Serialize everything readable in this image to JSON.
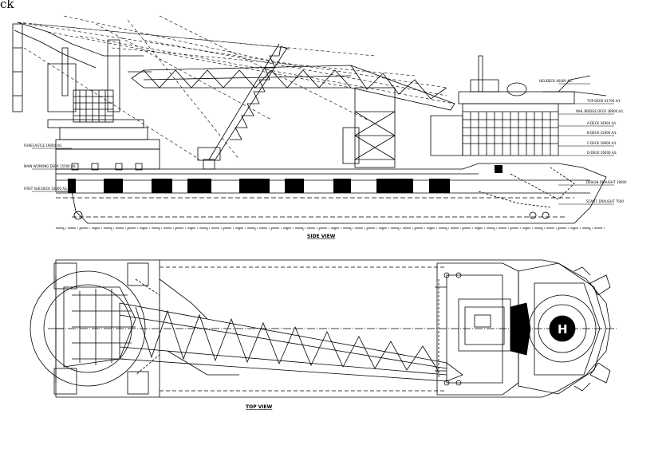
{
  "corner_text": "ck",
  "side_view": {
    "title": "SIDE VIEW",
    "deck_labels": [
      {
        "text": "HELIDECK 46000 A/L"
      },
      {
        "text": "TOP DECK 41700 A/L"
      },
      {
        "text": "WHL BRIDGE DECK 38900 A/L"
      },
      {
        "text": "A-DECK 34900 A/L"
      },
      {
        "text": "B-DECK 31900 A/L"
      },
      {
        "text": "C-DECK 28900 A/L"
      },
      {
        "text": "D-DECK 26000 A/L"
      },
      {
        "text": "DESIGN DRAUGHT 18000"
      },
      {
        "text": "SCANT. DRAUGHT 7500"
      }
    ],
    "left_labels": [
      {
        "text": "FORECASTLE 19000 A/L"
      },
      {
        "text": "MAIN WORKING DECK 15500 A/L"
      },
      {
        "text": "FIRST SUB DECK 10000 A/L"
      }
    ]
  },
  "top_view": {
    "title": "TOP VIEW",
    "helipad_letter": "H"
  }
}
